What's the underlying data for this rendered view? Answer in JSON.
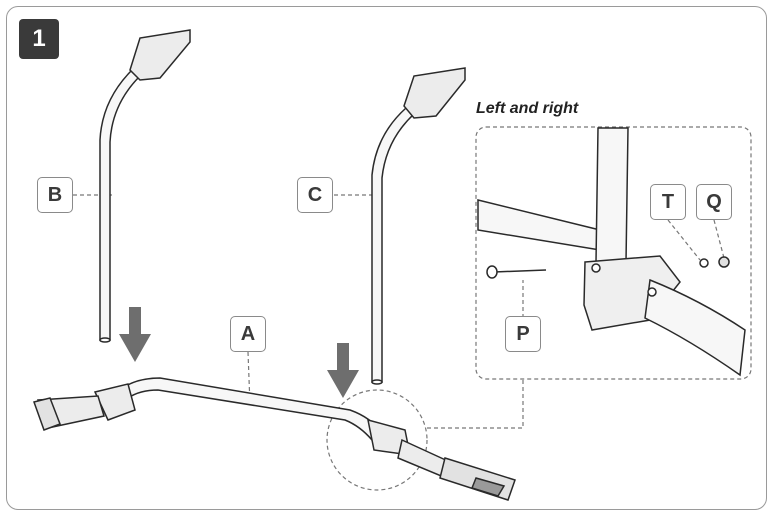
{
  "step": {
    "number": "1"
  },
  "detail": {
    "title": "Left and right"
  },
  "labels": {
    "A": "A",
    "B": "B",
    "C": "C",
    "P": "P",
    "T": "T",
    "Q": "Q"
  },
  "colors": {
    "badge": "#3a3a3a",
    "line": "#2a2a2a",
    "dashed": "#777777",
    "arrow": "#6e6e6e",
    "fill": "#f2f2f2"
  }
}
